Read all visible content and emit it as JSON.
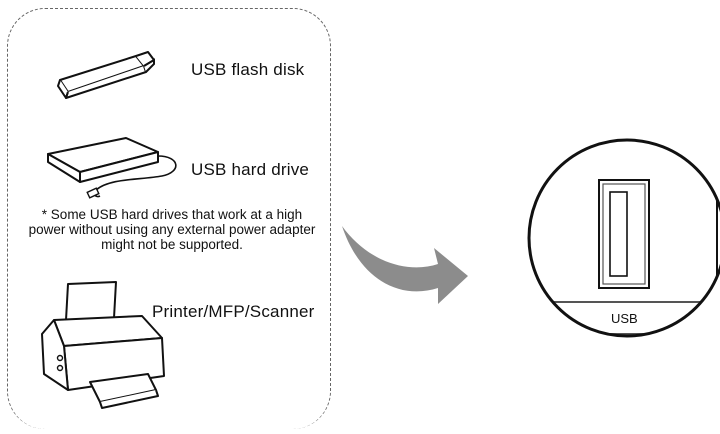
{
  "devices": {
    "flash_disk": "USB flash disk",
    "hard_drive": "USB hard drive",
    "note": "* Some USB hard drives that work at a high power without using any external power adapter might not be supported.",
    "printer": "Printer/MFP/Scanner"
  },
  "port": {
    "label": "USB"
  }
}
